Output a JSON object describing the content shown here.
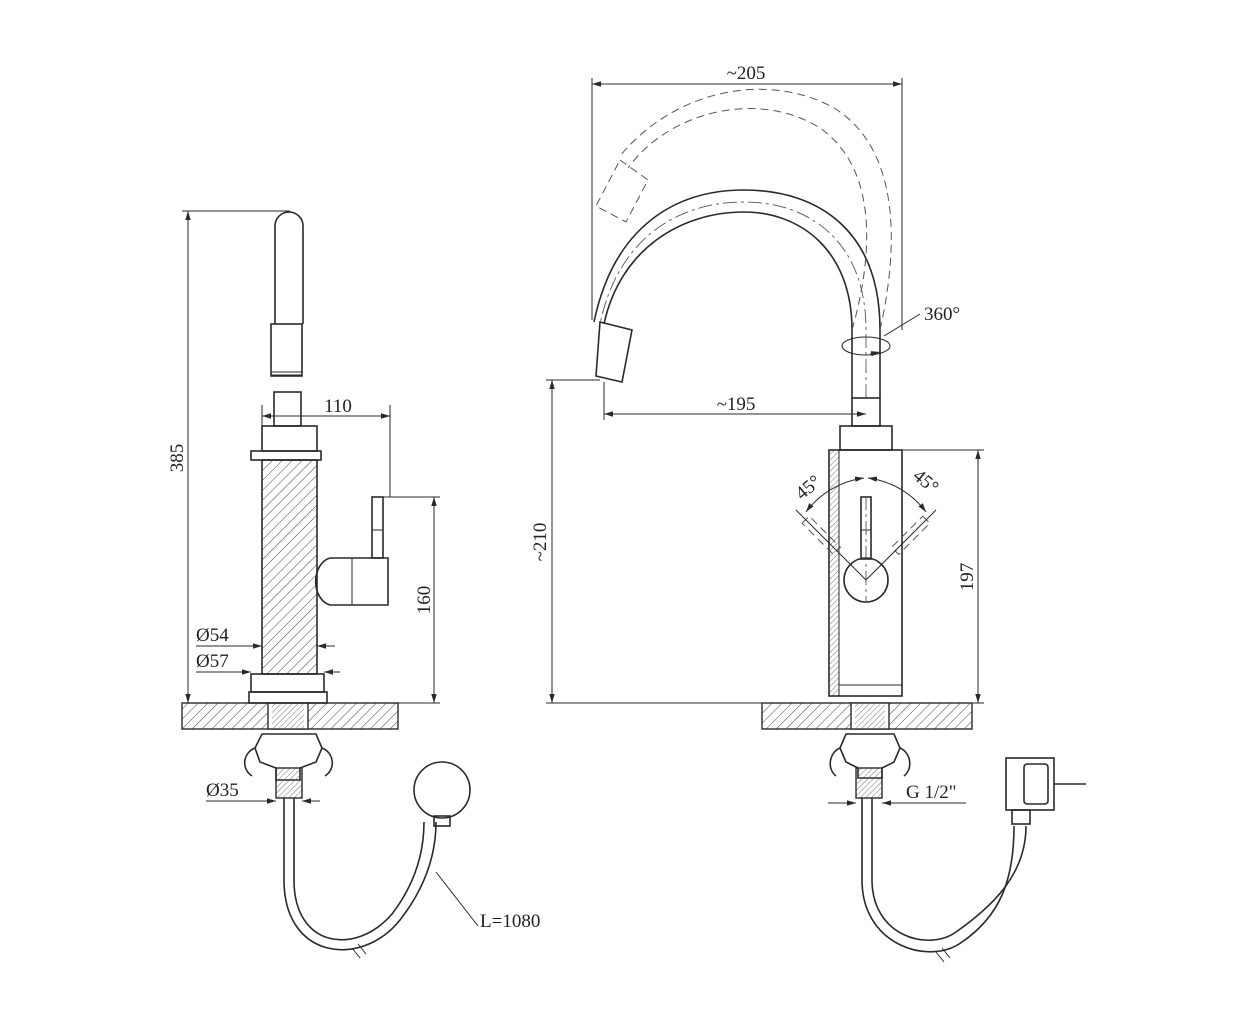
{
  "colors": {
    "line": "#2a2a2a",
    "background": "#ffffff"
  },
  "side_view": {
    "height_total": "385",
    "handle_offset": "110",
    "handle_height": "160",
    "diameter_54": "Ø54",
    "diameter_57": "Ø57",
    "diameter_35": "Ø35",
    "cable_length": "L=1080"
  },
  "front_view": {
    "width_total": "~205",
    "spout_reach": "~195",
    "spout_height": "~210",
    "body_height": "197",
    "rotation": "360°",
    "angle_left": "45°",
    "angle_right": "45°",
    "thread": "G 1/2\""
  }
}
